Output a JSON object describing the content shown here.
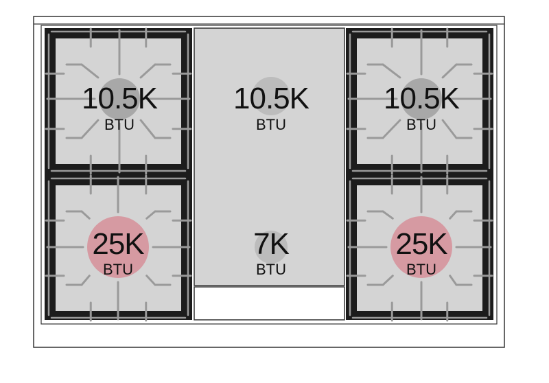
{
  "colors": {
    "frame": "#1c1c1c",
    "surface": "#d4d4d4",
    "grate": "#9a9a9a",
    "burner_standard": "#a8a8a8",
    "burner_griddle": "#bcbcbc",
    "burner_power": "#d69aa2",
    "outline": "#333333",
    "background": "#ffffff"
  },
  "burners": [
    {
      "position": "top-left",
      "rating": "10.5K",
      "unit": "BTU",
      "type": "standard"
    },
    {
      "position": "top-center",
      "rating": "10.5K",
      "unit": "BTU",
      "type": "griddle"
    },
    {
      "position": "top-right",
      "rating": "10.5K",
      "unit": "BTU",
      "type": "standard"
    },
    {
      "position": "bottom-left",
      "rating": "25K",
      "unit": "BTU",
      "type": "power"
    },
    {
      "position": "bottom-center",
      "rating": "7K",
      "unit": "BTU",
      "type": "griddle"
    },
    {
      "position": "bottom-right",
      "rating": "25K",
      "unit": "BTU",
      "type": "power"
    }
  ]
}
